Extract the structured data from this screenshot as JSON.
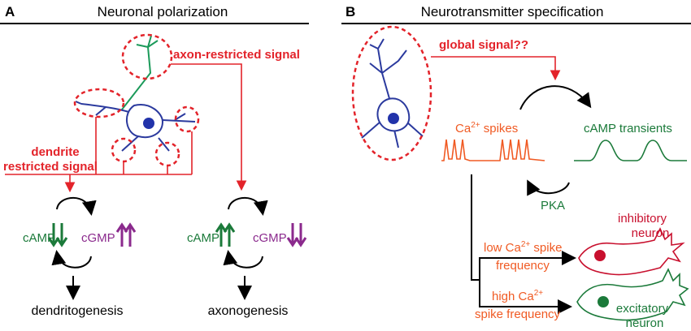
{
  "panel_a": {
    "letter": "A",
    "title": "Neuronal polarization",
    "axon_signal": "axon-restricted signal",
    "dendrite_signal_line1": "dendrite",
    "dendrite_signal_line2": "restricted signal",
    "left_cycle": {
      "camp": "cAMP",
      "cgmp": "cGMP",
      "outcome": "dendritogenesis"
    },
    "right_cycle": {
      "camp": "cAMP",
      "cgmp": "cGMP",
      "outcome": "axonogenesis"
    }
  },
  "panel_b": {
    "letter": "B",
    "title": "Neurotransmitter specification",
    "global_signal": "global signal??",
    "ca_spikes_pre": "Ca",
    "ca_spikes_sup": "2+",
    "ca_spikes_post": " spikes",
    "camp_transients": "cAMP transients",
    "pka": "PKA",
    "low_freq_line1_pre": "low Ca",
    "low_freq_line1_sup": "2+",
    "low_freq_line1_post": " spike",
    "low_freq_line2": "frequency",
    "high_freq_line1_pre": "high Ca",
    "high_freq_line1_sup": "2+",
    "high_freq_line2": "spike frequency",
    "inhibitory_line1": "inhibitory",
    "inhibitory_line2": "neuron",
    "excitatory_line1": "excitatory",
    "excitatory_line2": "neuron"
  },
  "colors": {
    "red": "#e3232a",
    "green": "#1b7a3a",
    "purple": "#8b2a8d",
    "orange": "#f05a23",
    "neuron_blue": "#2b3a9e",
    "nucleus_blue": "#2233aa",
    "inhibitory_red": "#c8102e"
  }
}
